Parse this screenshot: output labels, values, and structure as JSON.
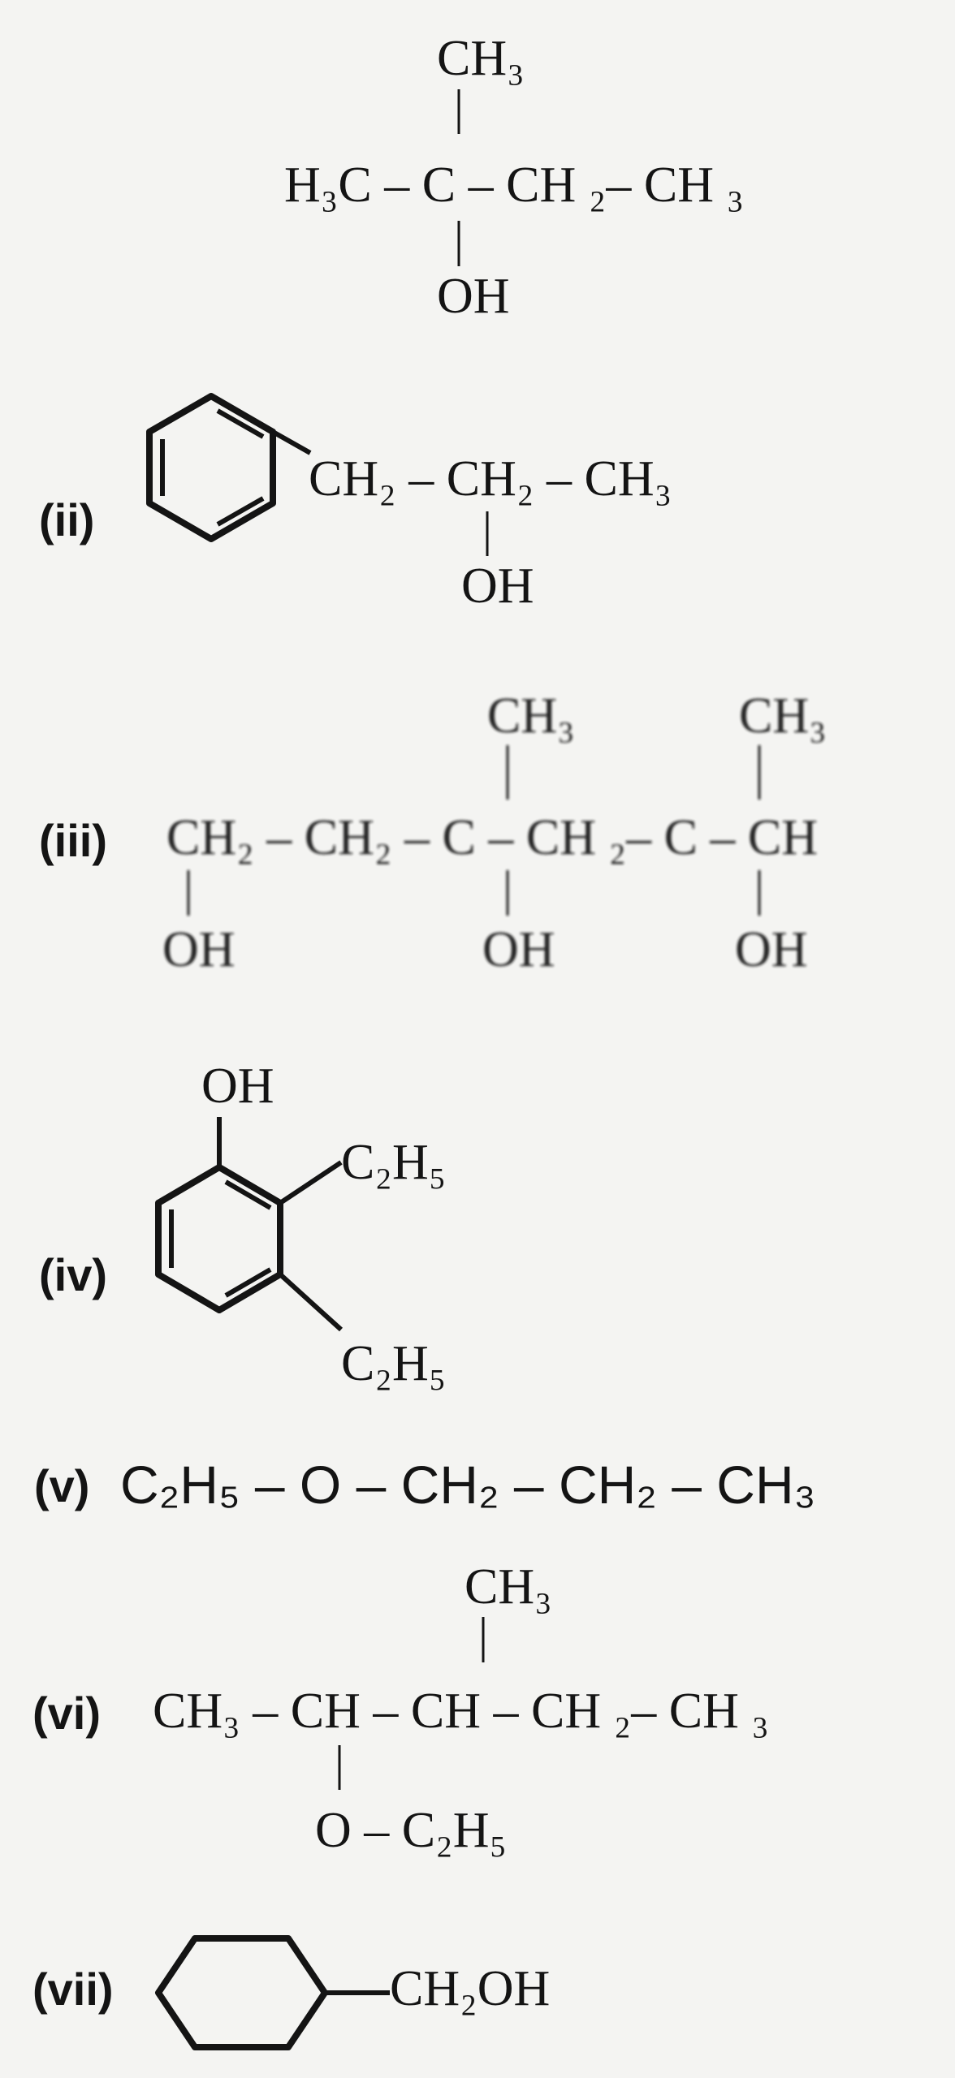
{
  "structures": [
    {
      "id": "i",
      "label": "",
      "top": "CH₃",
      "main": "H₃C – C – CH ₂– CH  ₃",
      "bottom": "OH"
    },
    {
      "id": "ii",
      "label": "(ii)",
      "main": "CH₂ – CH₂ – CH₃",
      "bottom": "OH",
      "ring": "benzene-icon"
    },
    {
      "id": "iii",
      "label": "(iii)",
      "top_1": "CH₃",
      "top_2": "CH₃",
      "main": "CH₂ – CH₂ – C – CH ₂– C – CH",
      "bottom_1": "OH",
      "bottom_2": "OH",
      "bottom_3": "OH"
    },
    {
      "id": "iv",
      "label": "(iv)",
      "oh": "OH",
      "sub_1": "C₂H₅",
      "sub_2": "C₂H₅",
      "ring": "benzene-icon"
    },
    {
      "id": "v",
      "label": "(v)",
      "main": "C₂H₅ – O – CH₂ – CH₂ – CH₃"
    },
    {
      "id": "vi",
      "label": "(vi)",
      "top": "CH₃",
      "main": "CH₃ – CH – CH – CH ₂– CH     ₃",
      "bottom": "O – C₂H₅"
    },
    {
      "id": "vii",
      "label": "(vii)",
      "main": "CH₂OH",
      "ring": "cyclohexane-icon"
    }
  ],
  "colors": {
    "ink": "#141414",
    "paper": "#f4f4f2"
  }
}
